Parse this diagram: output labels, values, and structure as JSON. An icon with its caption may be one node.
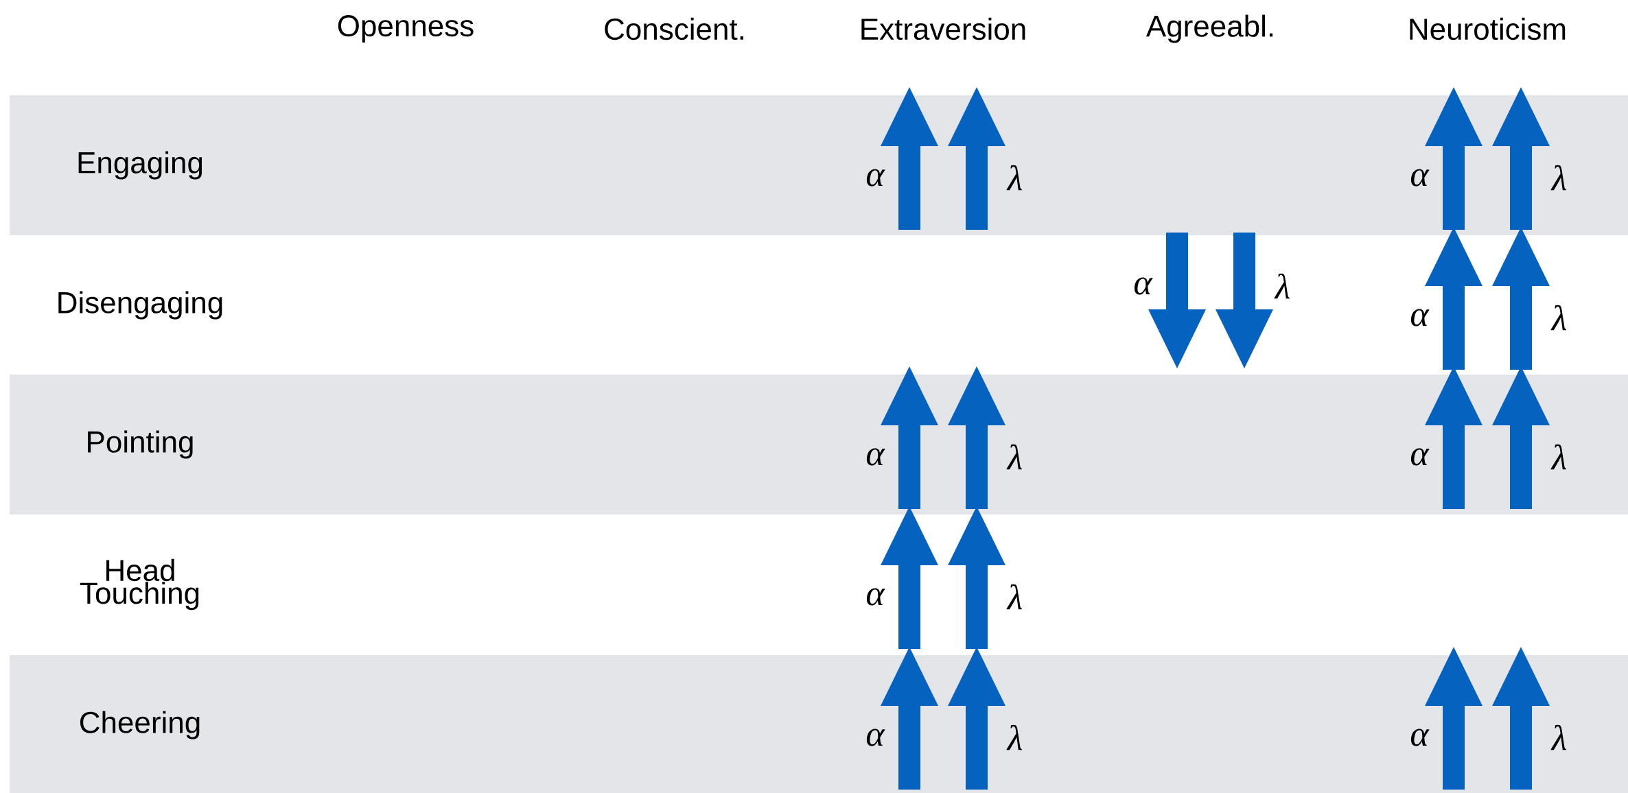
{
  "diagram": {
    "labels": [
      "Openness",
      "Conscient.",
      "Extraversion",
      "Agreeabl.",
      "Neuroticism",
      "Engaging",
      "α",
      "λ",
      "α",
      "λ",
      "Disengaging",
      "α",
      "λ",
      "α",
      "λ",
      "Pointing",
      "α",
      "λ",
      "α",
      "λ",
      "Head Touching",
      "α",
      "λ",
      "Cheering",
      "α",
      "λ",
      "α",
      "λ"
    ]
  }
}
